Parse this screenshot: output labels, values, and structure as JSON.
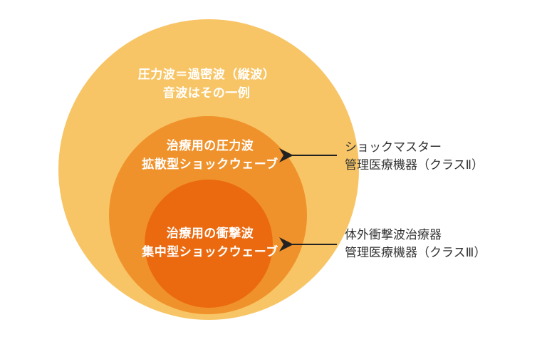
{
  "colors": {
    "outer": "#F8C566",
    "middle": "#F0922C",
    "inner": "#EB6A10",
    "arrow": "#222222"
  },
  "outer_circle": {
    "line1": "圧力波＝過密波（縦波）",
    "line2": "音波はその一例"
  },
  "middle_circle": {
    "line1": "治療用の圧力波",
    "line2": "拡散型ショックウェーブ"
  },
  "inner_circle": {
    "line1": "治療用の衝撃波",
    "line2": "集中型ショックウェーブ"
  },
  "label_middle": {
    "line1": "ショックマスター",
    "line2": "管理医療機器（クラスⅡ）"
  },
  "label_inner": {
    "line1": "体外衝撃波治療器",
    "line2": "管理医療機器（クラスⅢ）"
  }
}
